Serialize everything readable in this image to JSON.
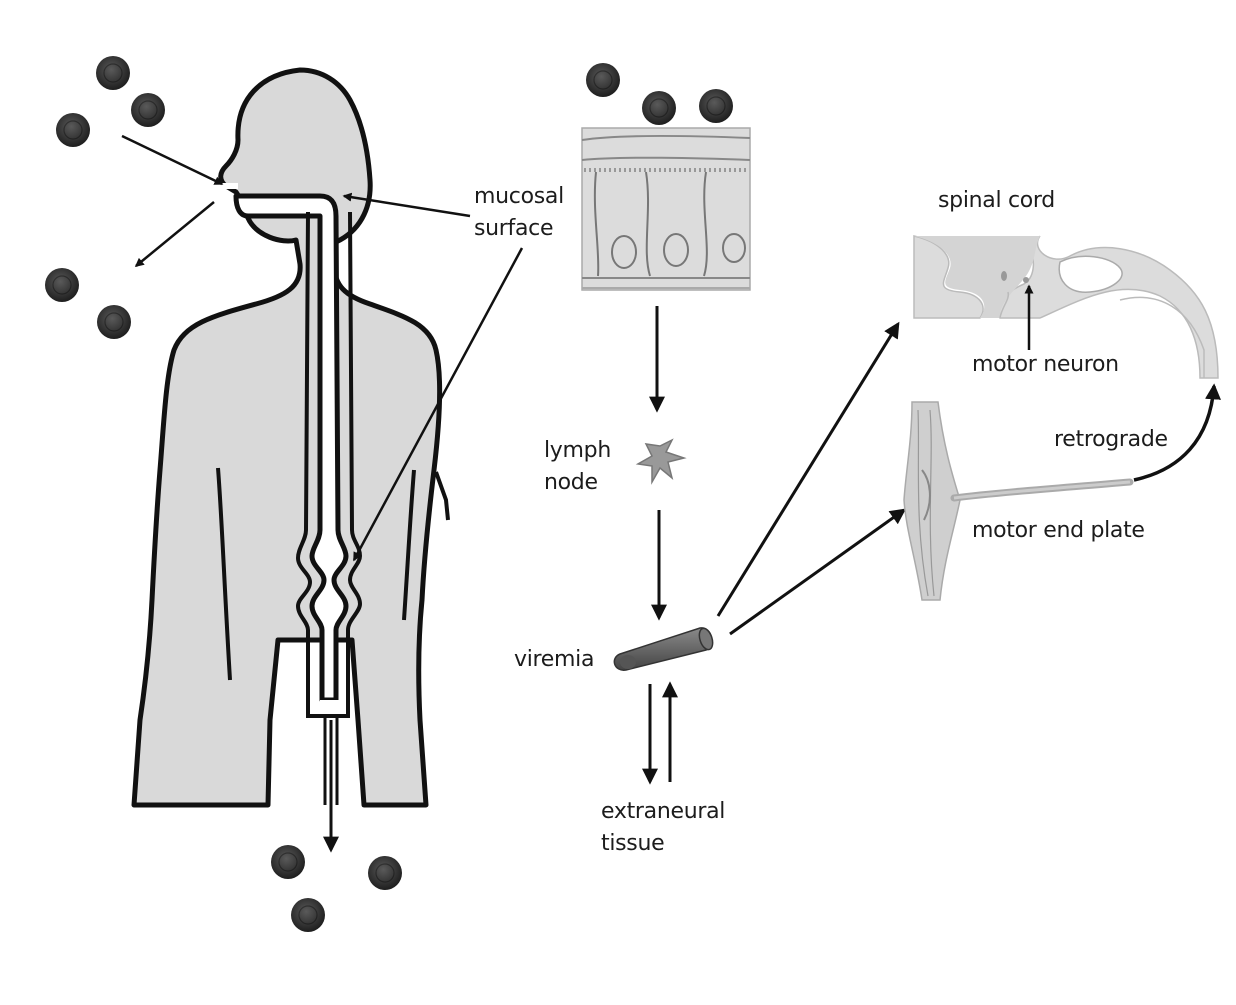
{
  "labels": {
    "mucosal_1": "mucosal",
    "mucosal_2": "surface",
    "lymph_1": "lymph",
    "lymph_2": "node",
    "viremia": "viremia",
    "extraneural_1": "extraneural",
    "extraneural_2": "tissue",
    "spinal_cord": "spinal cord",
    "motor_neuron": "motor neuron",
    "retrograde": "retrograde",
    "motor_end_plate": "motor end plate"
  },
  "colors": {
    "body_fill": "#d9d9d9",
    "outline": "#111111",
    "virus": "#2e2e2e",
    "tissue": "#dcdcdc"
  }
}
